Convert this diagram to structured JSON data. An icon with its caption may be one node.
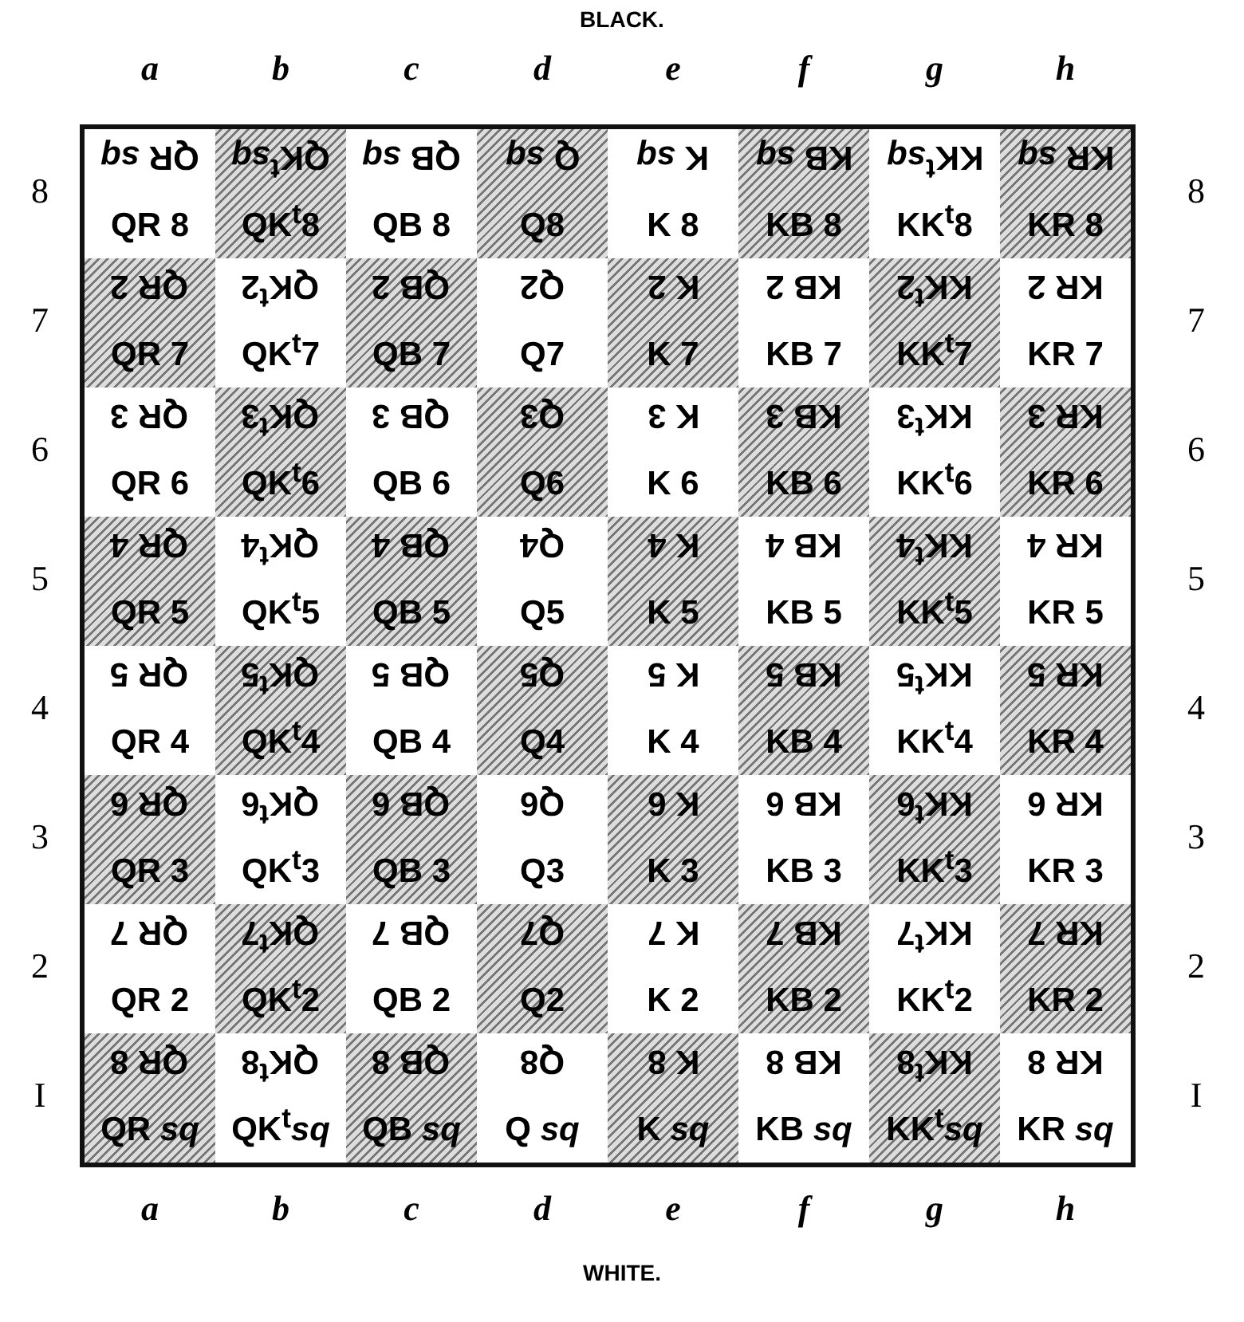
{
  "diagram": {
    "labels": [
      "BLACK.",
      "a",
      "b",
      "c",
      "d",
      "e",
      "f",
      "g",
      "h",
      "8",
      "QR *sq*",
      "QR 8",
      "QK$^{t}$*sq*",
      "QK$^{t}$8",
      "QB *sq*",
      "QB 8",
      "Q *sq*",
      "Q8",
      "K *sq*",
      "K 8",
      "KB *sq*",
      "KB 8",
      "KK$^{t}$*sq*",
      "KK$^{t}$8",
      "KR *sq*",
      "KR 8",
      "8",
      "7",
      "QR 2",
      "QR 7",
      "QK$^{t}$2",
      "QK$^{t}$7",
      "QB 2",
      "QB 7",
      "Q2",
      "Q7",
      "K 2",
      "K 7",
      "KB 2",
      "KB 7",
      "KK$^{t}$2",
      "KK$^{t}$7",
      "KR 2",
      "KR 7",
      "7",
      "6",
      "QR 3",
      "QR 6",
      "QK$^{t}$3",
      "QK$^{t}$6",
      "QB 3",
      "QB 6",
      "Q3",
      "Q6",
      "K 3",
      "K 6",
      "KB 3",
      "KB 6",
      "KK$^{t}$3",
      "KK$^{t}$6",
      "KR 3",
      "KR 6",
      "6",
      "5",
      "QR 4",
      "QR 5",
      "QK$^{t}$4",
      "QK$^{t}$5",
      "QB 4",
      "QB 5",
      "Q4",
      "Q5",
      "K 4",
      "K 5",
      "KB 4",
      "KB 5",
      "KK$^{t}$4",
      "KK$^{t}$5",
      "KR 4",
      "KR 5",
      "5",
      "4",
      "QR 5",
      "QR 4",
      "QK$^{t}$5",
      "QK$^{t}$4",
      "QB 5",
      "QB 4",
      "Q5",
      "Q4",
      "K 5",
      "K 4",
      "KB 5",
      "KB 4",
      "KK$^{t}$5",
      "KK$^{t}$4",
      "KR 5",
      "KR 4",
      "4",
      "3",
      "QR 6",
      "QR 3",
      "QK$^{t}$6",
      "QK$^{t}$3",
      "QB 6",
      "QB 3",
      "Q6",
      "Q3",
      "K 6",
      "K 3",
      "KB 6",
      "KB 3",
      "KK$^{t}$6",
      "KK$^{t}$3",
      "KR 6",
      "KR 3",
      "3",
      "2",
      "QR 7",
      "QR 2",
      "QK$^{t}$7",
      "QK$^{t}$2",
      "QB 7",
      "QB 2",
      "Q7",
      "Q2",
      "K 7",
      "K 2",
      "KB 7",
      "KB 2",
      "KK$^{t}$7",
      "KK$^{t}$2",
      "KR 7",
      "KR 2",
      "2",
      "I",
      "QR 8",
      "QR *sq*",
      "QK$^{t}$8",
      "QK$^{t}$*sq*",
      "QB 8",
      "QB *sq*",
      "Q8",
      "Q *sq*",
      "K 8",
      "K *sq*",
      "KB 8",
      "KB *sq*",
      "KK$^{t}$8",
      "KK$^{t}$*sq*",
      "KR 8",
      "KR *sq*",
      "I",
      "a",
      "b",
      "c",
      "d",
      "e",
      "f",
      "g",
      "h",
      "WHITE."
    ]
  }
}
